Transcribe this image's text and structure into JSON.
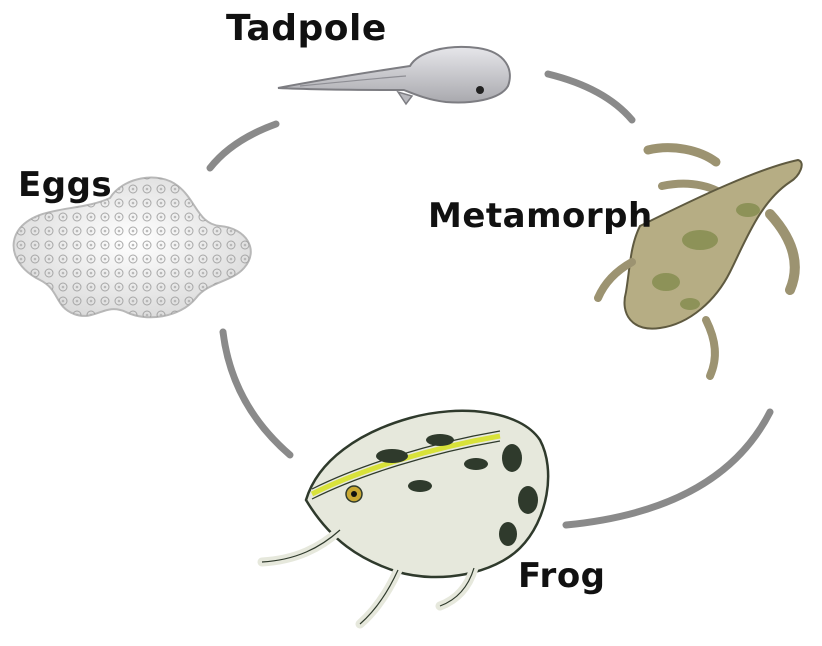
{
  "diagram": {
    "type": "life-cycle",
    "stages": [
      {
        "id": "tadpole",
        "label": "Tadpole"
      },
      {
        "id": "metamorph",
        "label": "Metamorph"
      },
      {
        "id": "frog",
        "label": "Frog"
      },
      {
        "id": "eggs",
        "label": "Eggs"
      }
    ],
    "colors": {
      "arrow": "#8a8a8a",
      "tadpole": "#cfcfd3",
      "metamorph": "#b6ad84",
      "metamorph_spots": "#7f8a4a",
      "frog_body": "#e6e8dc",
      "frog_pattern": "#2f3a2c",
      "frog_stripe": "#d8e23a",
      "eggs": "#efefef"
    }
  }
}
